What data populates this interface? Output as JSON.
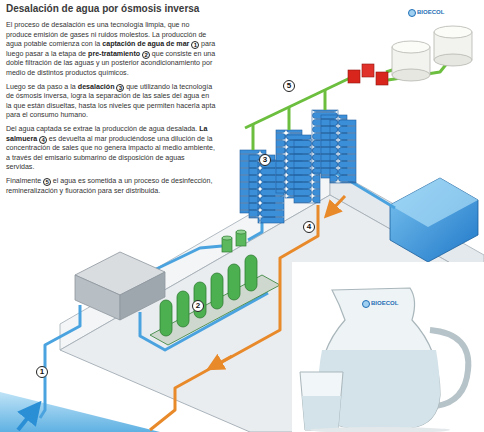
{
  "diagram": {
    "title": "Desalación de agua por ósmosis inversa",
    "labels": [
      "El proceso de desalación es una tecnología limpia, que no produce emisión de gases ni ruidos molestos. La producción de agua potable comienza con la",
      "captación de agua de mar",
      "1",
      "para luego pasar a la etapa de",
      "pre-tratamiento",
      "2",
      "que consiste en una doble filtración de las aguas y un posterior acondicionamiento por medio de distintos productos químicos.",
      "Luego se da paso a la",
      "desalación",
      "3",
      "que utilizando la tecnología de ósmosis inversa, logra la separación de las sales del agua en la que están disueltas, hasta los niveles que permiten hacerla apta para el consumo humano.",
      "Del agua captada se extrae la producción de agua desalada.",
      "La salmuera",
      "4",
      "es devuelta al mar produciéndose una dilución de la concentración de sales que no genera impacto al medio ambiente, a través del emisario submarino de disposición de aguas servidas.",
      "Finalmente",
      "5",
      "el agua es sometida a un proceso de desinfección, remineralización y fluoración para ser distribuida.",
      "5",
      "3",
      "2",
      "1",
      "4",
      "BIOECOL",
      "BIOECOL"
    ]
  }
}
